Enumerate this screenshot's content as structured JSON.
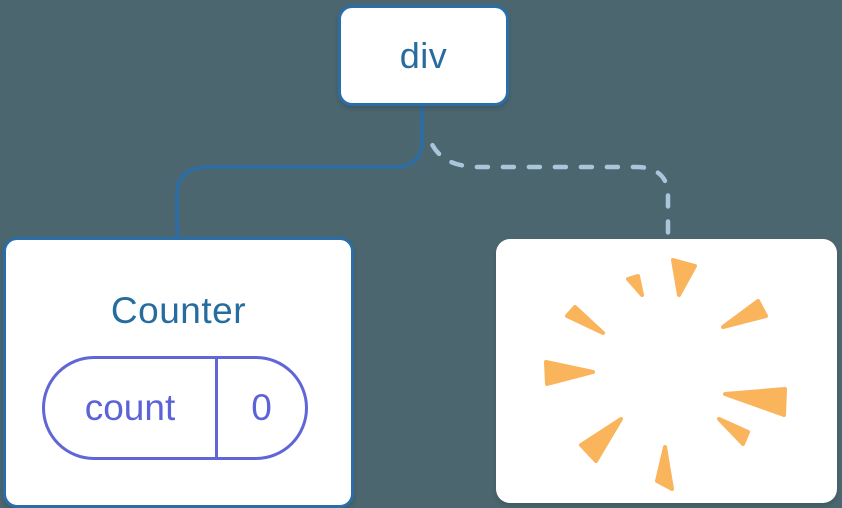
{
  "diagram": {
    "description": "component-tree-state-preservation-diagram",
    "root_node": {
      "label": "div"
    },
    "counter_node": {
      "title": "Counter",
      "state_pill": {
        "key": "count",
        "value": "0"
      }
    },
    "destroyed_node": {
      "icon": "poof-starburst-icon"
    },
    "connectors": {
      "left": "solid",
      "right": "dashed"
    },
    "colors": {
      "background": "#4C6670",
      "node_fill": "#FFFFFF",
      "node_border": "#2B6DA6",
      "node_text": "#276C9E",
      "state_purple": "#6065D8",
      "state_text": "#5C63D6",
      "solid_line": "#2B6DA6",
      "dashed_line": "#A9C6DA",
      "poof_orange": "#F9B45C"
    }
  }
}
